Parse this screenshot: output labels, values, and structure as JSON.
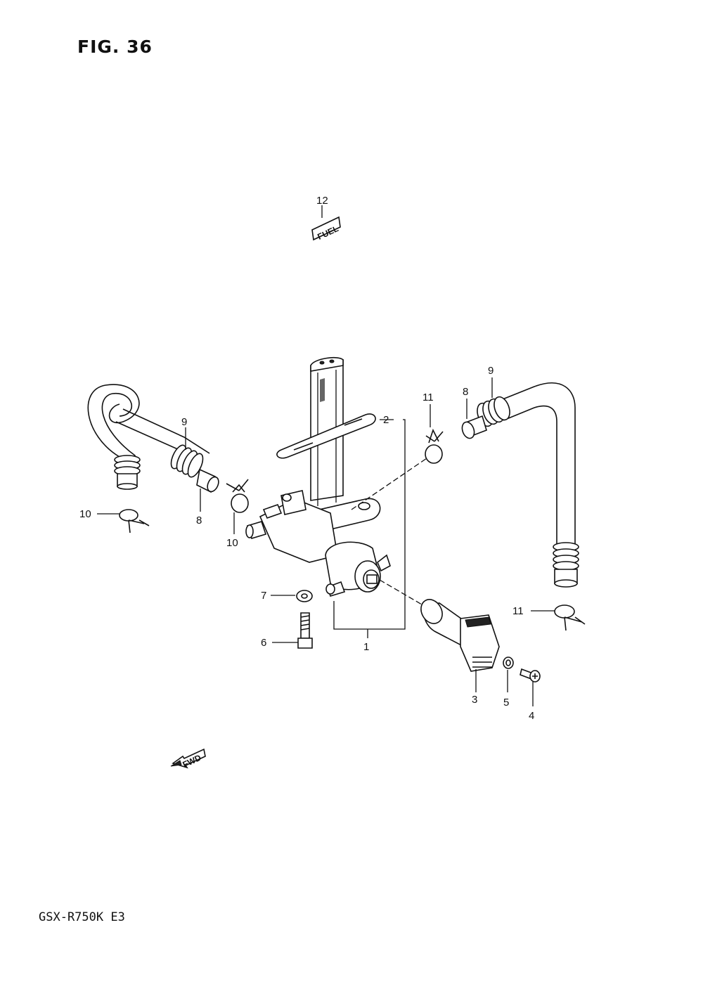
{
  "figure": {
    "title": "FIG. 36"
  },
  "model": {
    "code": "GSX-R750K  E3"
  },
  "stamps": {
    "fuel": "FUEL",
    "fwd": "FWD"
  },
  "callouts": {
    "c1": "1",
    "c2": "2",
    "c3": "3",
    "c4": "4",
    "c5": "5",
    "c6": "6",
    "c7": "7",
    "c8_left": "8",
    "c8_right": "8",
    "c9_left": "9",
    "c9_right": "9",
    "c10_left": "10",
    "c10_center": "10",
    "c11_top": "11",
    "c11_right": "11",
    "c12": "12"
  }
}
